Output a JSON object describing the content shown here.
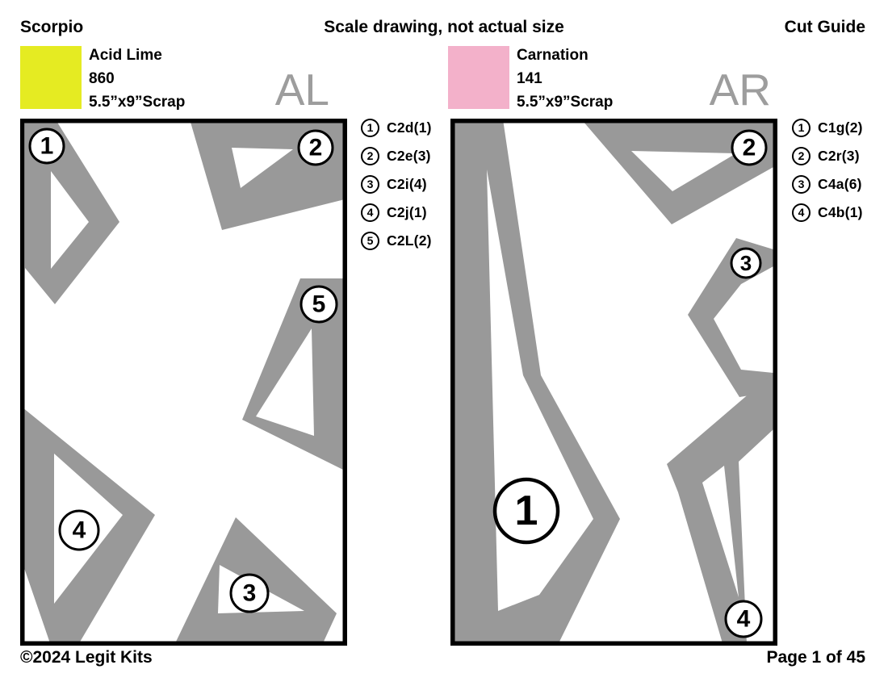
{
  "header": {
    "title": "Scorpio",
    "note": "Scale drawing, not actual size",
    "right_label": "Cut Guide"
  },
  "footer": {
    "copyright": "©2024 Legit Kits",
    "page": "Page 1 of 45"
  },
  "colors": {
    "shape_gray": "#999999",
    "panel_code_gray": "#9d9d9d",
    "acid_lime": "#e5eb22",
    "carnation": "#f3b1ca"
  },
  "panels": [
    {
      "code": "AL",
      "fabric_name": "Acid Lime",
      "fabric_number": "860",
      "fabric_size": "5.5”x9”Scrap",
      "legend": [
        {
          "num": "1",
          "label": "C2d(1)"
        },
        {
          "num": "2",
          "label": "C2e(3)"
        },
        {
          "num": "3",
          "label": "C2i(4)"
        },
        {
          "num": "4",
          "label": "C2j(1)"
        },
        {
          "num": "5",
          "label": "C2L(2)"
        }
      ],
      "badges": [
        {
          "num": "1"
        },
        {
          "num": "2"
        },
        {
          "num": "5"
        },
        {
          "num": "4"
        },
        {
          "num": "3"
        }
      ]
    },
    {
      "code": "AR",
      "fabric_name": "Carnation",
      "fabric_number": "141",
      "fabric_size": "5.5”x9”Scrap",
      "legend": [
        {
          "num": "1",
          "label": "C1g(2)"
        },
        {
          "num": "2",
          "label": "C2r(3)"
        },
        {
          "num": "3",
          "label": "C4a(6)"
        },
        {
          "num": "4",
          "label": "C4b(1)"
        }
      ],
      "badges": [
        {
          "num": "2"
        },
        {
          "num": "3"
        },
        {
          "num": "1"
        },
        {
          "num": "4"
        }
      ]
    }
  ]
}
